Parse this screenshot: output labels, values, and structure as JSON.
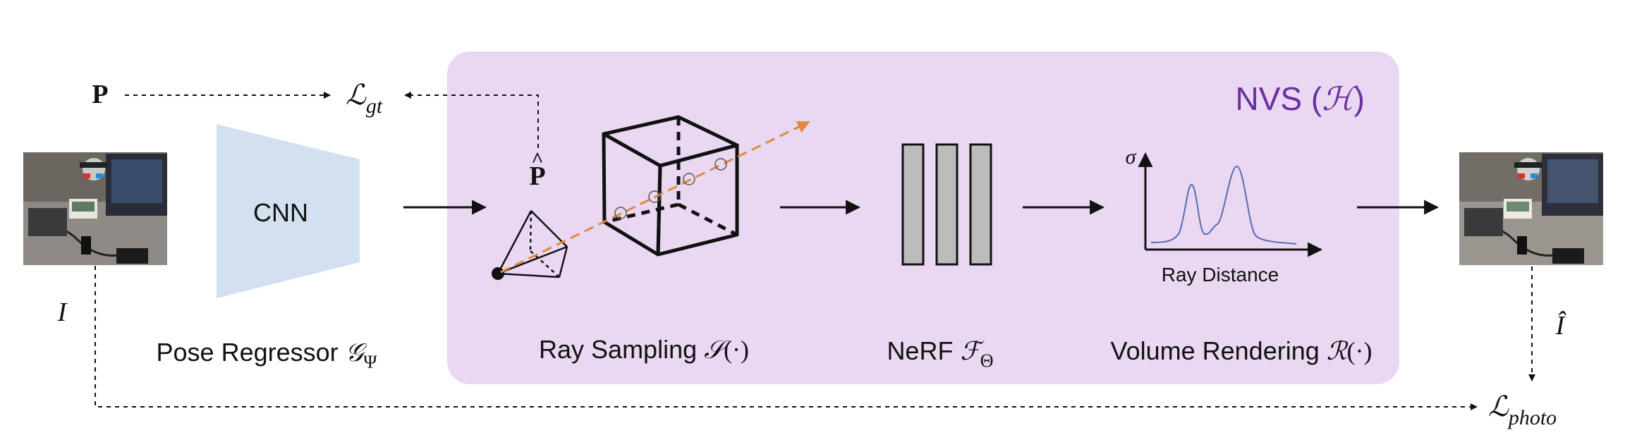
{
  "input_image_label": "I",
  "gt_pose_label": "P",
  "loss_gt": {
    "symbol": "ℒ",
    "sub": "gt"
  },
  "cnn_label": "CNN",
  "pose_regressor": {
    "text": "Pose Regressor ",
    "symbol": "𝒢",
    "sub": "Ψ"
  },
  "pred_pose_label": "P",
  "pred_pose_hat": "^",
  "nvs": {
    "text": "NVS (",
    "symbol": "ℋ",
    "close": ")",
    "color": "#6b2fa0",
    "bg": "#ead8f2"
  },
  "ray_sampling": {
    "text": "Ray Sampling ",
    "symbol": "𝒮",
    "args": "(·)"
  },
  "nerf": {
    "text": "NeRF ",
    "symbol": "ℱ",
    "sub": "Θ"
  },
  "volume_rendering": {
    "text": "Volume Rendering ",
    "symbol": "ℛ",
    "args": "(·)"
  },
  "plot": {
    "ylabel": "σ",
    "xlabel": "Ray Distance"
  },
  "output_image_label": "Î",
  "loss_photo": {
    "symbol": "ℒ",
    "sub": "photo"
  },
  "colors": {
    "cnn": "#d3e0f0",
    "nerf_bar": "#bcbcbc",
    "ray": "#e08a3c",
    "curve": "#5a6ab0"
  }
}
